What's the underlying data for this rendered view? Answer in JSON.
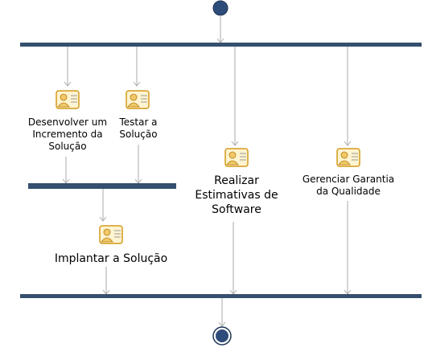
{
  "activities": {
    "desenvolver": {
      "label": "Desenvolver um\nIncremento da\nSolução",
      "icon": "activity-icon"
    },
    "testar": {
      "label": "Testar a\nSolução",
      "icon": "activity-icon"
    },
    "estimativas": {
      "label": "Realizar\nEstimativas de\nSoftware",
      "icon": "activity-icon"
    },
    "garantia": {
      "label": "Gerenciar Garantia\nda Qualidade",
      "icon": "activity-icon"
    },
    "implantar": {
      "label": "Implantar a Solução",
      "icon": "activity-icon"
    }
  },
  "colors": {
    "bar": "#34506e",
    "node": "#2e4c7a",
    "line": "#aaaaaa",
    "icon_frame": "#d49a1a",
    "icon_fill": "#fff4d0"
  }
}
